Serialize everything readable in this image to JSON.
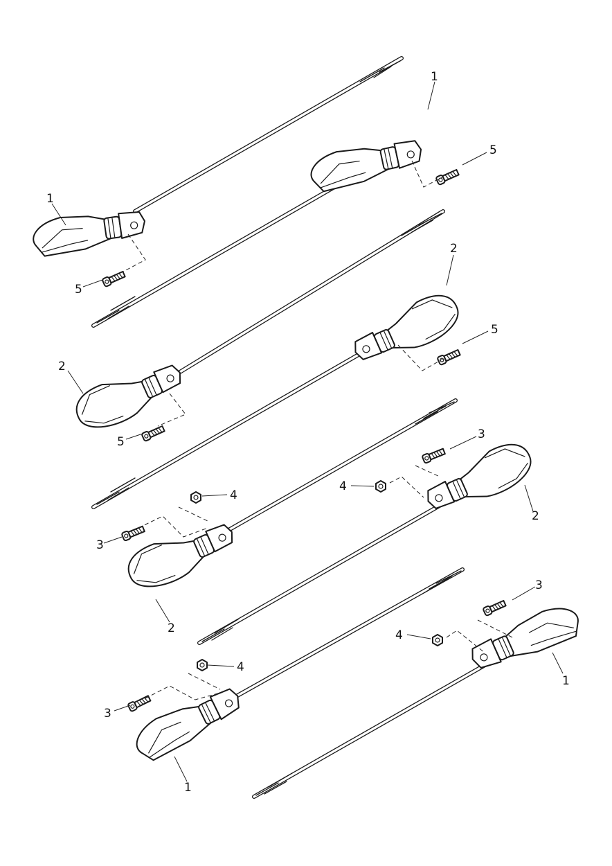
{
  "callouts": {
    "c1": "1",
    "c2": "1",
    "c3": "1",
    "c4": "1",
    "c5": "2",
    "c6": "2",
    "c7": "2",
    "c8": "2",
    "c9": "3",
    "c10": "3",
    "c11": "3",
    "c12": "3",
    "c13": "4",
    "c14": "4",
    "c15": "4",
    "c16": "4",
    "c17": "5",
    "c18": "5",
    "c19": "5",
    "c20": "5"
  }
}
